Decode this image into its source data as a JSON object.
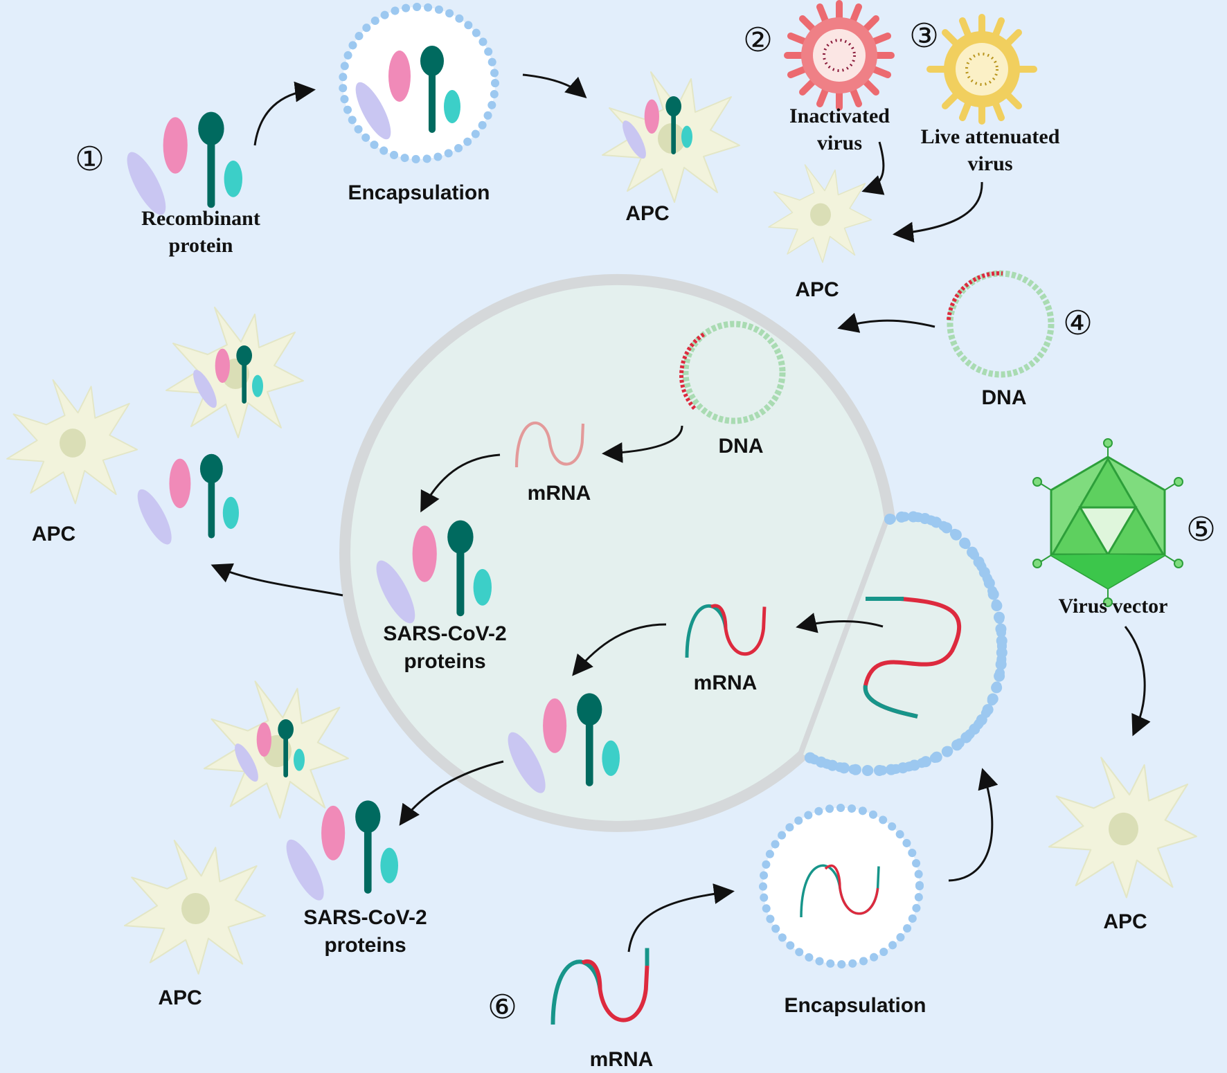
{
  "markers": {
    "m1": "①",
    "m2": "②",
    "m3": "③",
    "m4": "④",
    "m5": "⑤",
    "m6": "⑥"
  },
  "labels": {
    "recombinant_protein_l1": "Recombinant",
    "recombinant_protein_l2": "protein",
    "encapsulation_top": "Encapsulation",
    "apc_top": "APC",
    "inactivated_l1": "Inactivated",
    "inactivated_l2": "virus",
    "live_attenuated_l1": "Live attenuated",
    "live_attenuated_l2": "virus",
    "apc_virus": "APC",
    "dna_outside": "DNA",
    "dna_inside": "DNA",
    "mrna_inside_top": "mRNA",
    "sars_proteins_inside_l1": "SARS-CoV-2",
    "sars_proteins_inside_l2": "proteins",
    "apc_left": "APC",
    "mrna_inside_bottom": "mRNA",
    "virus_vector": "Virus vector",
    "apc_vector": "APC",
    "sars_proteins_outside_l1": "SARS-CoV-2",
    "sars_proteins_outside_l2": "proteins",
    "apc_bottom_left": "APC",
    "encapsulation_bottom": "Encapsulation",
    "mrna_bottom": "mRNA"
  },
  "colors": {
    "background": "#e2eefb",
    "cell_fill": "#e4f0ee",
    "cell_border": "#d5d8da",
    "apc_fill": "#f2f3dc",
    "apc_nucleus": "#dadeb6",
    "lipid_bead": "#9cc8f0",
    "protein_pink": "#f08ab8",
    "protein_lavender": "#c9c6f2",
    "protein_teal_dark": "#006a5f",
    "protein_teal_light": "#3ccfc8",
    "rna_red": "#dd2a3e",
    "rna_teal": "#17958a",
    "dna_green": "#a9dbb2",
    "inactivated_virus": "#ec6a70",
    "live_virus": "#f1cf5e",
    "vector_green": "#3cc64b",
    "arrow": "#111111"
  }
}
